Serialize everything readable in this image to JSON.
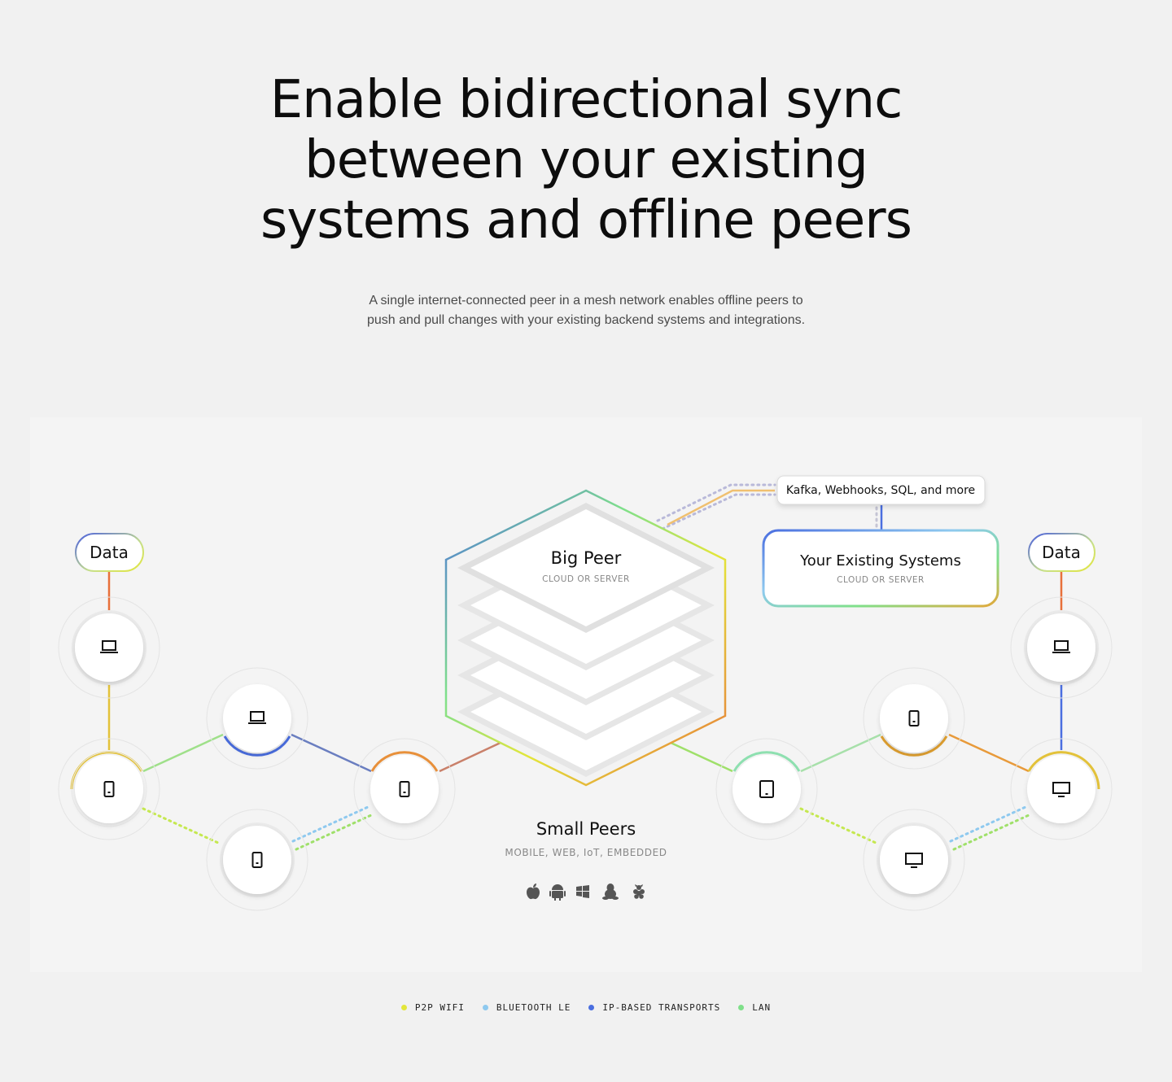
{
  "hero": {
    "title_lines": [
      "Enable bidirectional sync",
      "between your existing",
      "systems and offline peers"
    ],
    "subtitle_lines": [
      "A single internet-connected peer in a mesh network enables offline peers to",
      "push and pull changes with your existing backend systems and integrations."
    ]
  },
  "diagram": {
    "big_peer": {
      "title": "Big Peer",
      "subtitle": "CLOUD OR SERVER"
    },
    "integrations_label": "Kafka, Webhooks, SQL, and more",
    "existing_systems": {
      "title": "Your Existing Systems",
      "subtitle": "CLOUD OR SERVER"
    },
    "data_left": "Data",
    "data_right": "Data",
    "small_peers": {
      "title": "Small Peers",
      "subtitle": "MOBILE, WEB, IoT, EMBEDDED"
    },
    "platform_icons": [
      "apple-icon",
      "android-icon",
      "windows-icon",
      "linux-icon",
      "raspberry-pi-icon"
    ],
    "peer_devices": [
      "laptop-icon",
      "phone-icon",
      "laptop-icon",
      "phone-icon",
      "phone-icon",
      "tablet-icon",
      "phone-icon",
      "monitor-icon",
      "laptop-icon",
      "monitor-icon"
    ]
  },
  "legend": [
    {
      "label": "P2P WIFI",
      "color": "#e3e63a"
    },
    {
      "label": "BLUETOOTH LE",
      "color": "#8ec9ef"
    },
    {
      "label": "IP-BASED TRANSPORTS",
      "color": "#4a6ee0"
    },
    {
      "label": "LAN",
      "color": "#7fe08a"
    }
  ]
}
